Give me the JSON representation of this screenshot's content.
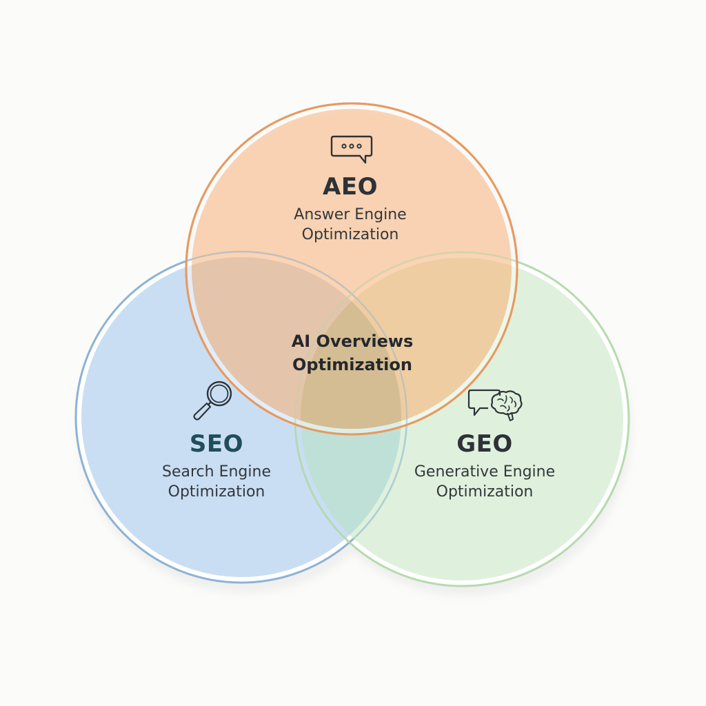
{
  "diagram": {
    "type": "venn",
    "circles": [
      {
        "id": "aeo",
        "acronym": "AEO",
        "full_name_line1": "Answer Engine",
        "full_name_line2": "Optimization",
        "icon": "chat-bubble-icon",
        "fill": "#f8c9a3",
        "stroke": "#e8995e",
        "text_color": "#2e3238"
      },
      {
        "id": "seo",
        "acronym": "SEO",
        "full_name_line1": "Search Engine",
        "full_name_line2": "Optimization",
        "icon": "magnifying-glass-icon",
        "fill": "#c6dcf2",
        "stroke": "#8cb2d6",
        "text_color": "#1f4e5a"
      },
      {
        "id": "geo",
        "acronym": "GEO",
        "full_name_line1": "Generative Engine",
        "full_name_line2": "Optimization",
        "icon": "chat-brain-icon",
        "fill": "#d6edd3",
        "stroke": "#b3d9ab",
        "text_color": "#2e3238"
      }
    ],
    "intersection": {
      "line1": "AI Overviews",
      "line2": "Optimization"
    },
    "background": "#fbfbfa"
  }
}
